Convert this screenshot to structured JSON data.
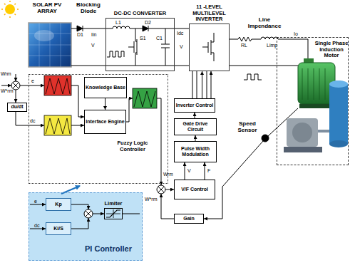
{
  "diagram": {
    "nodes": [
      {
        "text": [
          "DC-DC CONVERTER"
        ]
      },
      {
        "text": [
          "11 -LEVEL MULTILEVEL INVERTER"
        ]
      },
      {
        "text": [
          "Single Phase Induction Motor"
        ]
      },
      {
        "text": [
          "Fuzzy Logic Controller"
        ]
      },
      {
        "text": [
          "du/dt"
        ]
      },
      {
        "text": [
          "Knowledge Base"
        ],
        "in": 3
      },
      {
        "text": [
          "Interface Engine"
        ],
        "in": 3
      },
      {
        "text": [
          "Inverter Control"
        ]
      },
      {
        "text": [
          "Gate Drive Circuit"
        ]
      },
      {
        "text": [
          "Pulse Width Modulation"
        ]
      },
      {
        "text": [
          "V/F Control"
        ]
      },
      {
        "text": [
          "Gain"
        ]
      },
      {
        "text": [
          "PI Controller"
        ]
      },
      {
        "text": [
          "Kp"
        ],
        "in": 12
      },
      {
        "text": [
          "Ki/S"
        ],
        "in": 12
      },
      {
        "text": [
          "Limiter"
        ],
        "in": 12
      }
    ],
    "edges": [
      {
        "from": 0,
        "to": 1,
        "arrow": "none"
      },
      {
        "from": 5,
        "to": 6,
        "arrow": "to"
      },
      {
        "from": 7,
        "to": 1,
        "arrow": "to"
      },
      {
        "from": 8,
        "to": 7,
        "arrow": "to"
      },
      {
        "from": 9,
        "to": 8,
        "arrow": "to"
      },
      {
        "from": 10,
        "to": 9,
        "label": "V",
        "arrow": "to"
      },
      {
        "from": 10,
        "to": 9,
        "label": "F",
        "arrow": "to"
      }
    ],
    "labels": [
      "SOLAR PV ARRAY",
      "Blocking Diode",
      "D1",
      "Iin",
      "L1",
      "S1",
      "D2",
      "C1",
      "V",
      "Idc",
      "V",
      "Line Impendance",
      "RL",
      "Limp",
      "Io",
      "Speed Sensor",
      "Wrm",
      "W*rm",
      "e",
      "dc",
      "e",
      "dc",
      "Wrm",
      "W*rm"
    ]
  }
}
